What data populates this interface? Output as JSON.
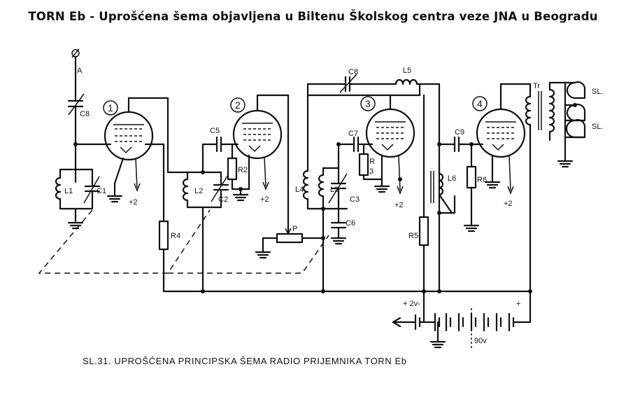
{
  "header": {
    "title": "TORN Eb - Uprošćena šema objavljena u Biltenu Školskog centra veze JNA u Beogradu"
  },
  "caption": "SL.31. UPROŠĆENA PRINCIPSKA ŠEMA RADIO PRIJEMNIKA  TORN Eb",
  "labels": {
    "antenna": "A",
    "c8_left": "C8",
    "c8_top": "C8",
    "l1": "L1",
    "c1": "C1",
    "l2": "L2",
    "c2": "C2",
    "c5": "C5",
    "r2": "R2",
    "r3a": "R",
    "r3b": "3",
    "c7": "C7",
    "l3": "L3",
    "c3": "C3",
    "l4": "L4",
    "c6": "C6",
    "l5": "L5",
    "l6": "L6",
    "r4": "R4",
    "p": "P",
    "r5": "R5",
    "c9": "C9",
    "r6": "R6",
    "tr": "Tr",
    "sl1": "SL.",
    "sl2": "SL.",
    "plus2_v1": "+2",
    "plus2_v2": "+2",
    "plus2_v3": "+2",
    "plus2_v4": "+2",
    "bat_minus": "+ 2v-",
    "bat_plus": "+",
    "bat_90v": "90v"
  },
  "tubes": [
    "1",
    "2",
    "3",
    "4"
  ]
}
